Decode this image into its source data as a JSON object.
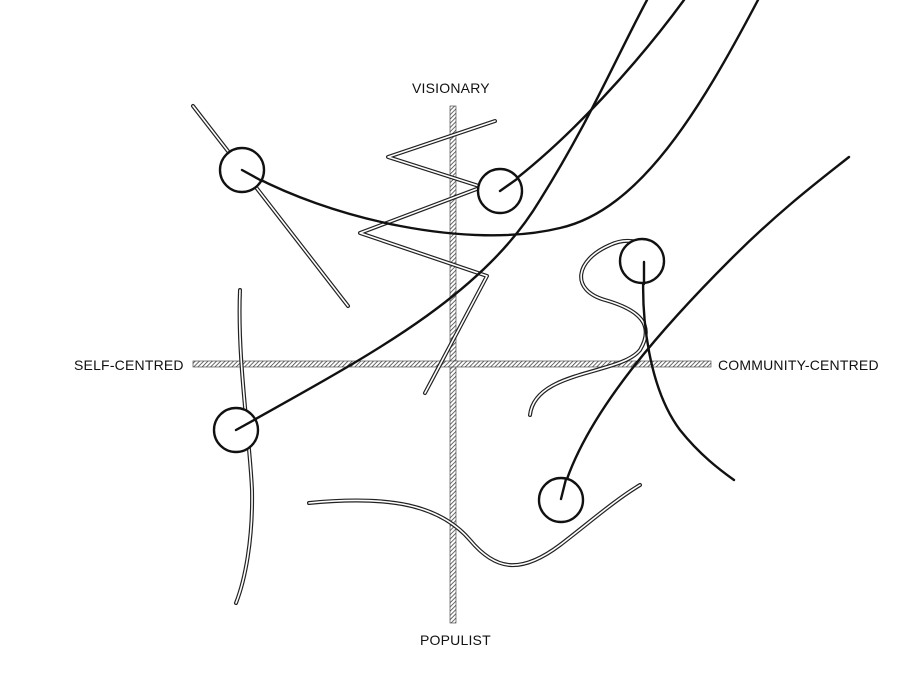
{
  "axes": {
    "top": "VISIONARY",
    "bottom": "POPULIST",
    "left": "SELF-CENTRED",
    "right": "COMMUNITY-CENTRED"
  },
  "colors": {
    "ink": "#111111",
    "paper": "#ffffff",
    "axis_hatch": "#555555"
  }
}
